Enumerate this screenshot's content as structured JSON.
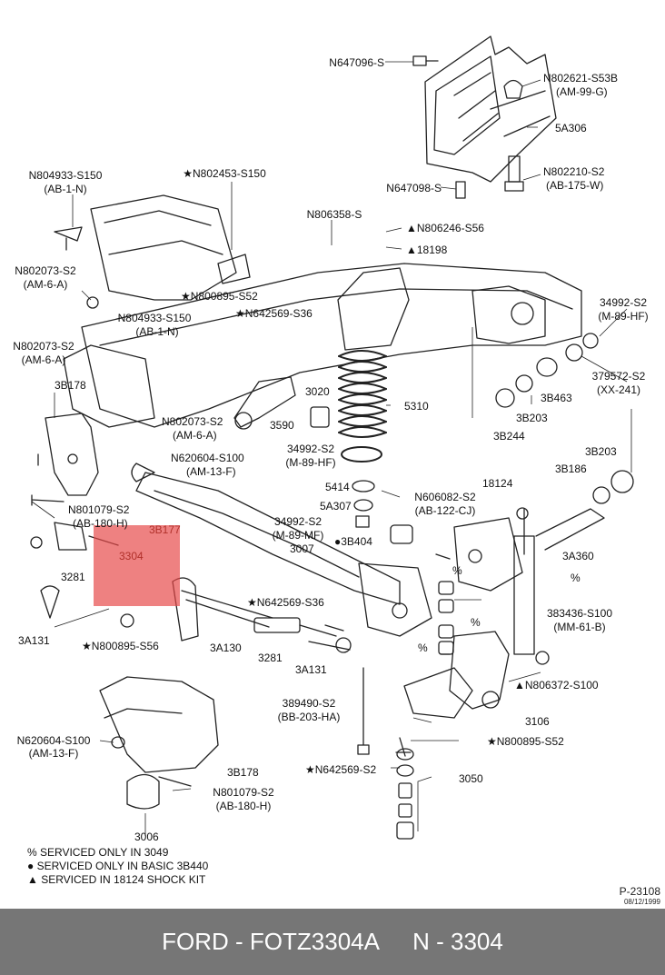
{
  "labels": {
    "n647096": "N647096-S",
    "n802621": "N802621-S53B",
    "am99g": "(AM-99-G)",
    "p5a306": "5A306",
    "n802210": "N802210-S2",
    "ab175w": "(AB-175-W)",
    "n647098": "N647098-S",
    "n804933a": "N804933-S150",
    "ab1na": "(AB-1-N)",
    "n802453": "★N802453-S150",
    "n806358": "N806358-S",
    "n806246": "▲N806246-S56",
    "p18198": "▲18198",
    "n802073a": "N802073-S2",
    "am6aa": "(AM-6-A)",
    "n800895a": "★N800895-S52",
    "p34992a": "34992-S2",
    "m89hfa": "(M-89-HF)",
    "n804933b": "N804933-S150",
    "ab1nb": "(AB-1-N)",
    "n642569a": "★N642569-S36",
    "n802073b": "N802073-S2",
    "am6ab": "(AM-6-A)",
    "p379572": "379572-S2",
    "xx241": "(XX-241)",
    "p3b178a": "3B178",
    "p3020": "3020",
    "p5310": "5310",
    "p3b463": "3B463",
    "p3b203a": "3B203",
    "n802073c": "N802073-S2",
    "am6ac": "(AM-6-A)",
    "p3590": "3590",
    "p3b244": "3B244",
    "p34992b": "34992-S2",
    "m89hfb": "(M-89-HF)",
    "n620604a": "N620604-S100",
    "am13fa": "(AM-13-F)",
    "p3b203b": "3B203",
    "p18124": "18124",
    "p3b186": "3B186",
    "p5414": "5414",
    "n606082": "N606082-S2",
    "ab122cj": "(AB-122-CJ)",
    "n801079a": "N801079-S2",
    "ab180ha": "(AB-180-H)",
    "p5a307": "5A307",
    "p34992c": "34992-S2",
    "m89mf": "(M-89-MF)",
    "p3b177": "3B177",
    "p3b404": "●3B404",
    "p3304": "3304",
    "p3007": "3007",
    "p3a360": "3A360",
    "p3281a": "3281",
    "pct1": "%",
    "pct2": "%",
    "n642569b": "★N642569-S36",
    "p383436": "383436-S100",
    "mm61b": "(MM-61-B)",
    "p3a131a": "3A131",
    "n800895b": "★N800895-S56",
    "p3a130": "3A130",
    "p3281b": "3281",
    "pct3": "%",
    "pct4": "%",
    "p3a131b": "3A131",
    "n806372": "▲N806372-S100",
    "p389490": "389490-S2",
    "bb203ha": "(BB-203-HA)",
    "p3106": "3106",
    "n620604b": "N620604-S100",
    "am13fb": "(AM-13-F)",
    "n800895c": "★N800895-S52",
    "p3b178b": "3B178",
    "n642569c": "★N642569-S2",
    "p3050": "3050",
    "n801079b": "N801079-S2",
    "ab180hb": "(AB-180-H)",
    "p3006": "3006"
  },
  "notes": [
    "% SERVICED ONLY IN 3049",
    "● SERVICED ONLY IN BASIC 3B440",
    "▲ SERVICED IN 18124 SHOCK KIT"
  ],
  "drawing_ref": "P-23108",
  "drawing_date": "08/12/1999",
  "footer": {
    "brand": "FORD",
    "part": "FOTZ3304A",
    "number": "N - 3304"
  },
  "colors": {
    "highlight": "#e64646",
    "footer_bg": "#767676"
  }
}
